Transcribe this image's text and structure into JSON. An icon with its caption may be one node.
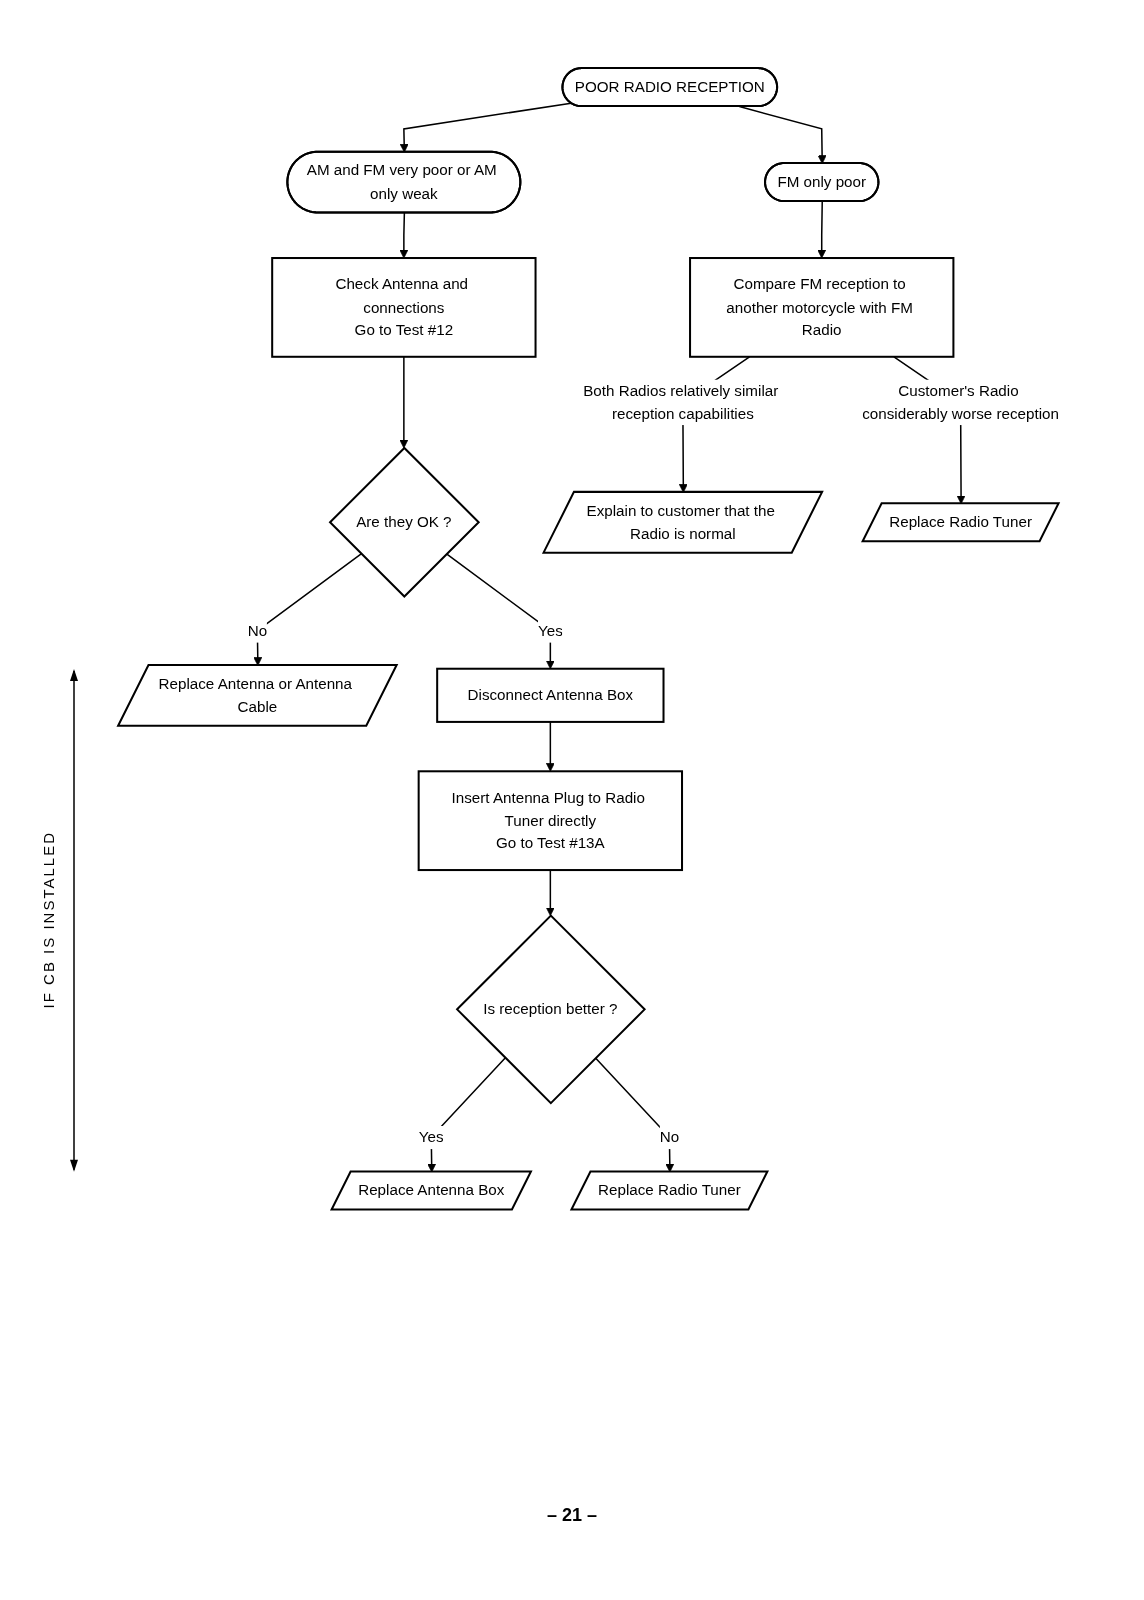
{
  "diagram": {
    "nodes": [
      {
        "text": [
          "POOR RADIO RECEPTION"
        ]
      },
      {
        "text": [
          "AM and FM very poor or AM only weak"
        ]
      },
      {
        "text": [
          "FM only poor"
        ]
      },
      {
        "text": [
          "Check Antenna and connections",
          "Go to Test #12"
        ]
      },
      {
        "text": [
          "Compare FM reception to another motorcycle with FM Radio"
        ]
      },
      {
        "text": [
          "Are they OK ?"
        ]
      },
      {
        "text": [
          "Replace Antenna or Antenna Cable"
        ]
      },
      {
        "text": [
          "Explain to customer that the Radio is normal"
        ]
      },
      {
        "text": [
          "Replace Radio Tuner"
        ]
      },
      {
        "text": [
          "Disconnect Antenna Box"
        ]
      },
      {
        "text": [
          "Insert Antenna Plug to Radio Tuner directly",
          "Go to Test #13A"
        ]
      },
      {
        "text": [
          "Is reception better ?"
        ]
      },
      {
        "text": [
          "Replace Antenna Box"
        ]
      },
      {
        "text": [
          "Replace Radio Tuner"
        ]
      }
    ],
    "edges": [
      {
        "from": 0,
        "to": 1,
        "arrow": "to"
      },
      {
        "from": 0,
        "to": 2,
        "arrow": "to"
      },
      {
        "from": 1,
        "to": 3,
        "arrow": "to"
      },
      {
        "from": 2,
        "to": 4,
        "arrow": "to"
      },
      {
        "from": 3,
        "to": 5,
        "arrow": "to"
      },
      {
        "from": 5,
        "to": 6,
        "label": "No",
        "arrow": "to"
      },
      {
        "from": 5,
        "to": 9,
        "label": "Yes",
        "arrow": "to"
      },
      {
        "from": 4,
        "to": 7,
        "label": "Both Radios relatively similar reception capabilities",
        "arrow": "to"
      },
      {
        "from": 4,
        "to": 8,
        "label": "Customer's Radio considerably worse reception",
        "arrow": "to"
      },
      {
        "from": 9,
        "to": 10,
        "arrow": "to"
      },
      {
        "from": 10,
        "to": 11,
        "arrow": "to"
      },
      {
        "from": 11,
        "to": 12,
        "label": "Yes",
        "arrow": "to"
      },
      {
        "from": 11,
        "to": 13,
        "label": "No",
        "arrow": "to"
      }
    ],
    "labels": [
      "IF CB IS INSTALLED",
      "– 21 –"
    ]
  }
}
